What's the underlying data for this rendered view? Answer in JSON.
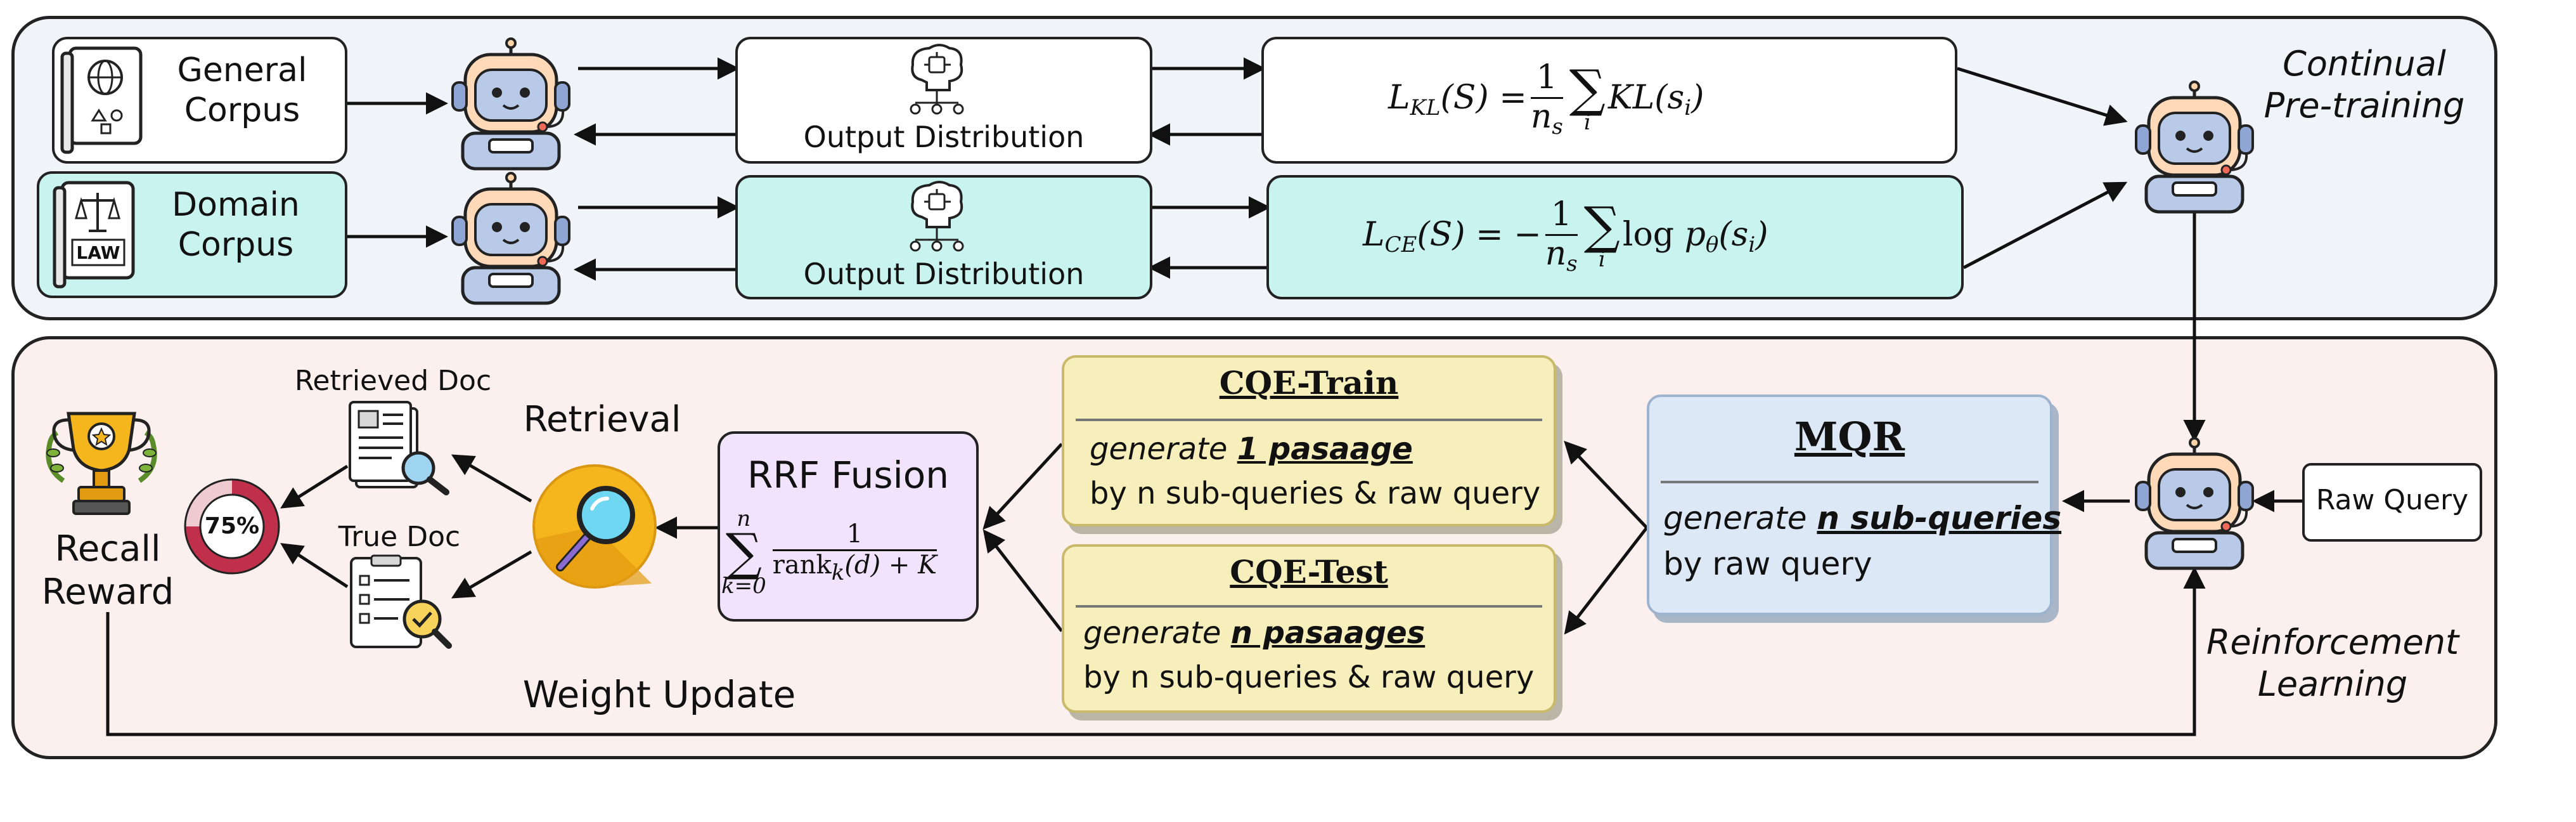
{
  "top": {
    "general_corpus": "General\nCorpus",
    "domain_corpus": "Domain\nCorpus",
    "output_distribution_1": "Output Distribution",
    "output_distribution_2": "Output Distribution",
    "kl_formula_label": "L_KL(S) = 1/n_s Σ_i KL(s_i)",
    "ce_formula_label": "L_CE(S) = −1/n_s Σ_i log p_θ(s_i)",
    "law_icon_text": "LAW",
    "stage_label": "Continual\nPre-training"
  },
  "bottom": {
    "cqe_train": {
      "title": "CQE-Train",
      "line1_prefix": "generate ",
      "line1_emph": "1 pasaage",
      "line2": "by n sub-queries & raw query"
    },
    "cqe_test": {
      "title": "CQE-Test",
      "line1_prefix": "generate ",
      "line1_emph": "n pasaages",
      "line2": "by n sub-queries & raw query"
    },
    "mqr": {
      "title": "MQR",
      "line1_prefix": "generate ",
      "line1_emph": "n sub-queries",
      "line2": "by raw query"
    },
    "rrf_title": "RRF Fusion",
    "raw_query": "Raw Query",
    "retrieval": "Retrieval",
    "retrieved_doc": "Retrieved Doc",
    "true_doc": "True Doc",
    "recall_percent": "75%",
    "recall_reward": "Recall\nReward",
    "weight_update": "Weight Update",
    "stage_label": "Reinforcement\nLearning"
  },
  "colors": {
    "top_panel": "#f0f4f8",
    "bottom_panel": "#fcf0ef",
    "domain_cyan": "#c9f3ef",
    "cqe_yellow": "#f6eebb",
    "mqr_blue": "#dde8f6",
    "rrf_purple": "#f1e3fb",
    "search_gold": "#f5b51c",
    "recall_ring": "#c0304a"
  },
  "icons": [
    "globe-book-icon",
    "law-book-icon",
    "robot-icon",
    "brain-network-icon",
    "trophy-icon",
    "document-search-icon",
    "document-check-icon",
    "magnifier-icon",
    "donut-ring-icon"
  ]
}
